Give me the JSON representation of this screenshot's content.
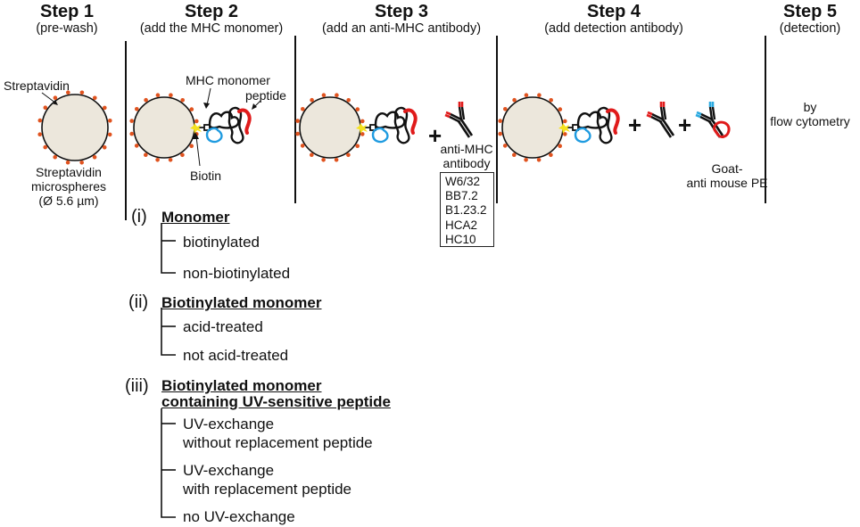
{
  "steps": [
    {
      "title": "Step 1",
      "subtitle": "(pre-wash)"
    },
    {
      "title": "Step 2",
      "subtitle": "(add the MHC monomer)"
    },
    {
      "title": "Step 3",
      "subtitle": "(add an anti-MHC antibody)"
    },
    {
      "title": "Step 4",
      "subtitle": "(add detection antibody)"
    },
    {
      "title": "Step 5",
      "subtitle": "(detection)"
    }
  ],
  "labels": {
    "streptavidin": "Streptavidin",
    "microspheres_line1": "Streptavidin",
    "microspheres_line2": "microspheres",
    "microspheres_line3": "(Ø 5.6 µm)",
    "mhc_monomer": "MHC monomer",
    "peptide": "peptide",
    "biotin": "Biotin",
    "anti_mhc_line1": "anti-MHC",
    "anti_mhc_line2": "antibody",
    "goat_line1": "Goat-",
    "goat_line2": "anti mouse PE",
    "flow_line1": "by",
    "flow_line2": "flow cytometry",
    "plus": "+"
  },
  "antibodies": [
    "W6/32",
    "BB7.2",
    "B1.23.2",
    "HCA2",
    "HC10"
  ],
  "conditions": [
    {
      "numeral": "(i)",
      "title_lines": [
        "Monomer"
      ],
      "options": [
        [
          "biotinylated"
        ],
        [
          "non-biotinylated"
        ]
      ]
    },
    {
      "numeral": "(ii)",
      "title_lines": [
        "Biotinylated monomer"
      ],
      "options": [
        [
          "acid-treated"
        ],
        [
          "not acid-treated"
        ]
      ]
    },
    {
      "numeral": "(iii)",
      "title_lines": [
        "Biotinylated monomer",
        "containing UV-sensitive peptide"
      ],
      "options": [
        [
          "UV-exchange",
          "without replacement peptide"
        ],
        [
          "UV-exchange",
          "with replacement peptide"
        ],
        [
          "no UV-exchange"
        ]
      ]
    }
  ],
  "colors": {
    "bead_fill": "#ece7dc",
    "streptavidin": "#e0531f",
    "biotin": "#f5e21e",
    "peptide": "#e01b1b",
    "beta2m": "#1f9be0",
    "detection_tip": "#2aa9e0",
    "line": "#111111"
  }
}
